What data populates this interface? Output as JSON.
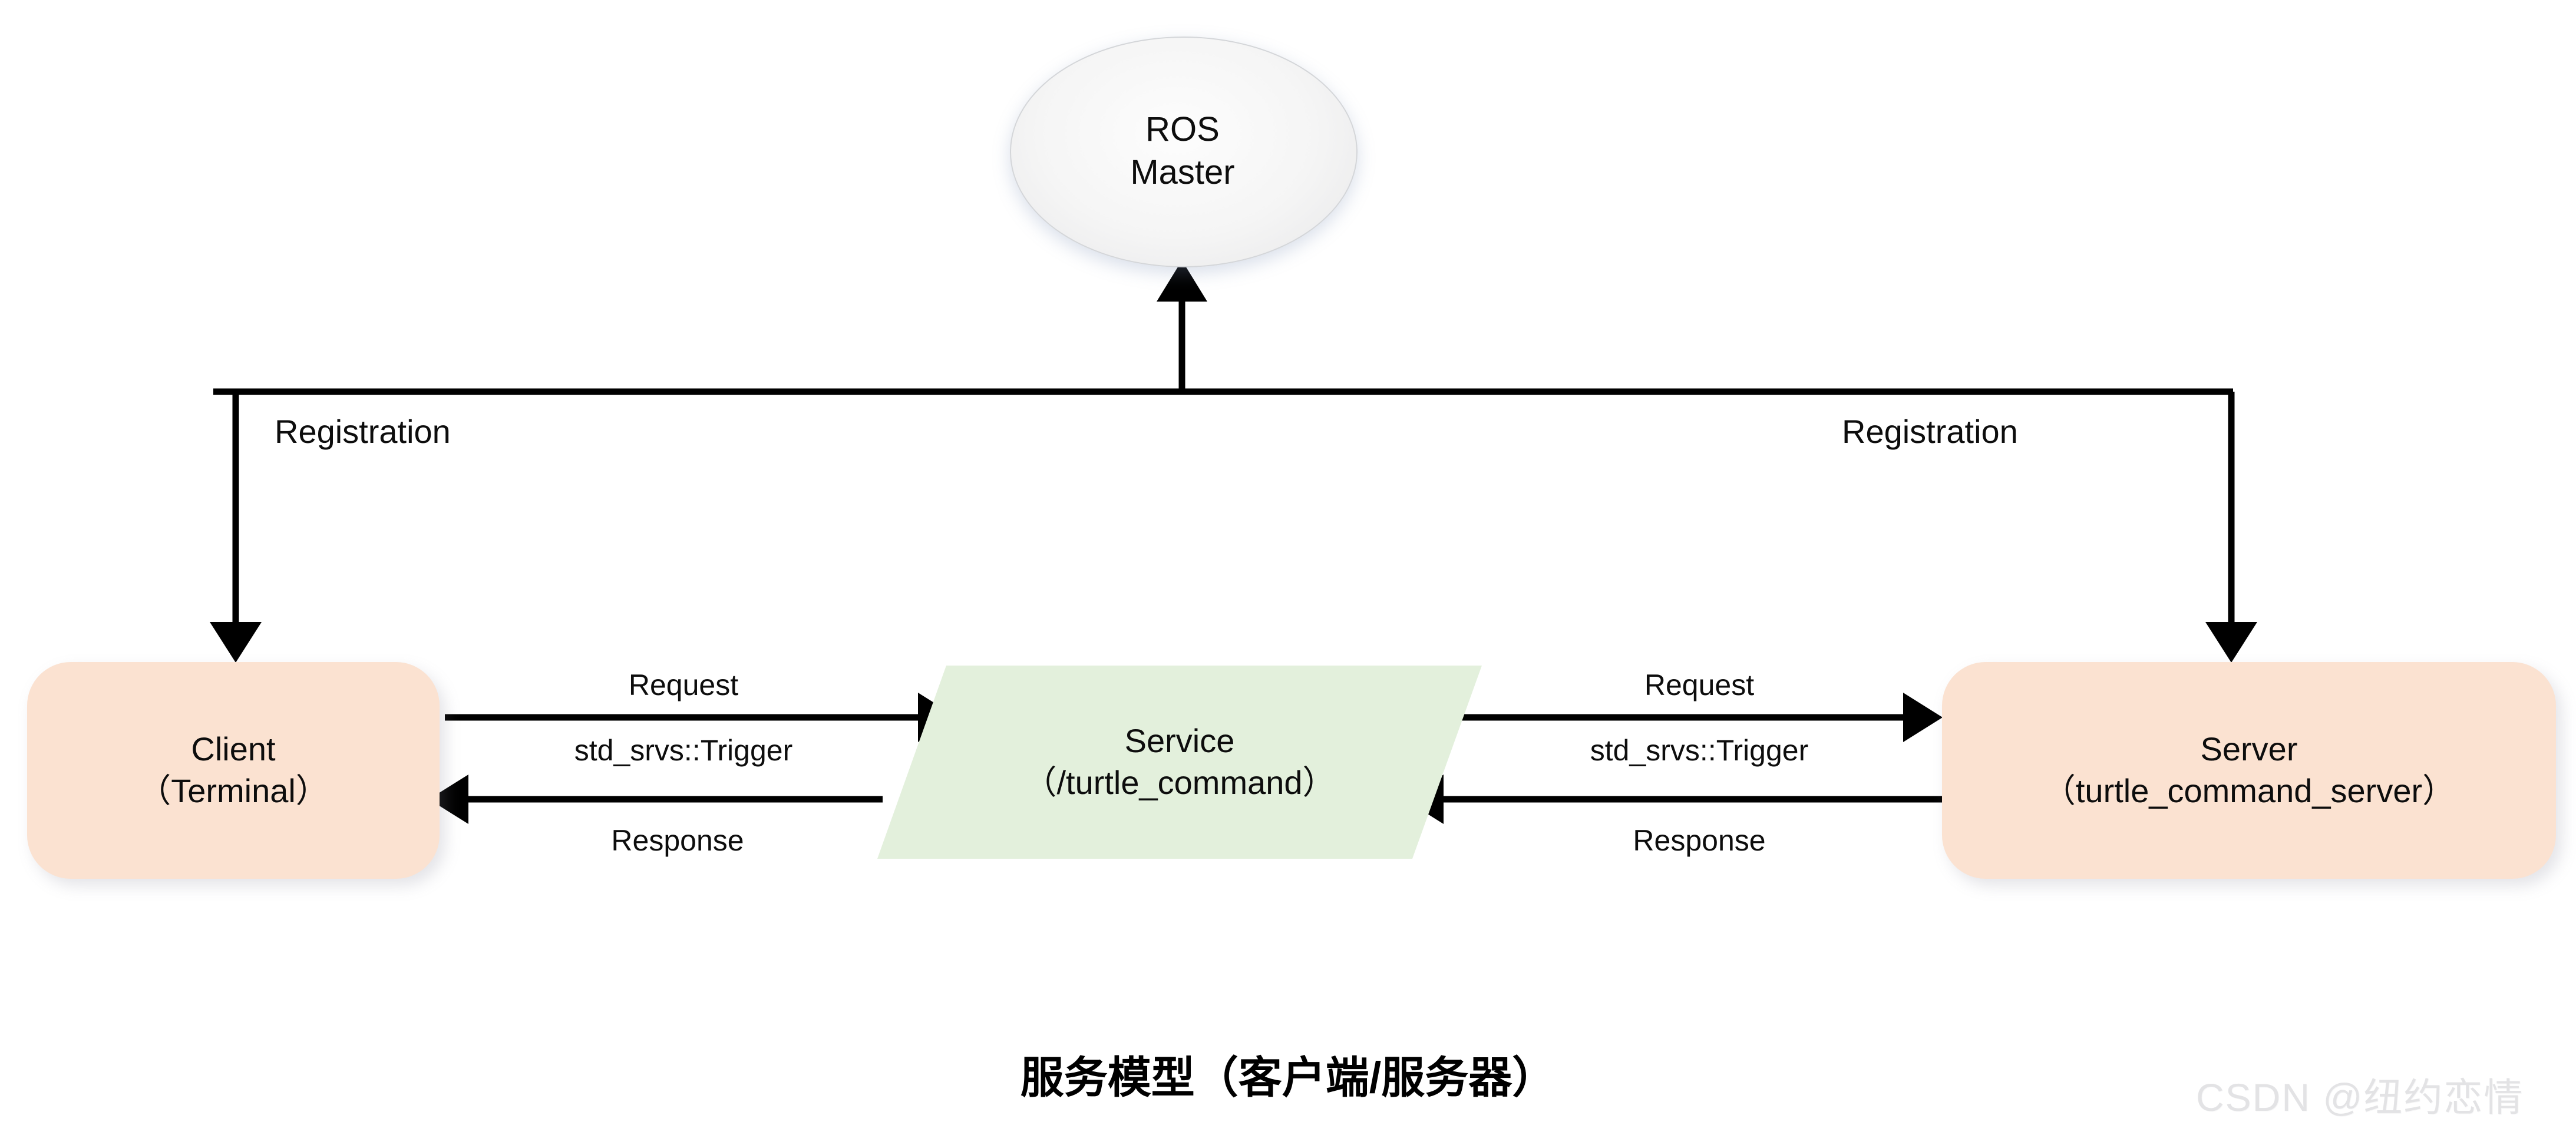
{
  "diagram": {
    "caption": "服务模型（客户端/服务器）",
    "watermark": "CSDN @纽约恋情",
    "colors": {
      "client_fill": "#FBE2D1",
      "server_fill": "#FBE2D1",
      "service_fill": "#E3F0DC",
      "master_fill": "#F2F2F2",
      "line": "#000000",
      "text": "#0D0D0D",
      "watermark": "#E3E3E5"
    },
    "nodes": {
      "master": {
        "name": "ROS Master",
        "line1": "ROS",
        "line2": "Master",
        "shape": "ellipse"
      },
      "client": {
        "name": "Client",
        "line1": "Client",
        "line2": "（Terminal）",
        "shape": "rounded-rectangle"
      },
      "service": {
        "name": "Service",
        "line1": "Service",
        "line2": "（/turtle_command）",
        "shape": "parallelogram"
      },
      "server": {
        "name": "Server",
        "line1": "Server",
        "line2": "（turtle_command_server）",
        "shape": "rounded-rectangle"
      }
    },
    "edges": {
      "client_registration": "Registration",
      "server_registration": "Registration",
      "client_request": "Request",
      "client_request_type": "std_srvs::Trigger",
      "client_response": "Response",
      "server_request": "Request",
      "server_request_type": "std_srvs::Trigger",
      "server_response": "Response"
    }
  }
}
